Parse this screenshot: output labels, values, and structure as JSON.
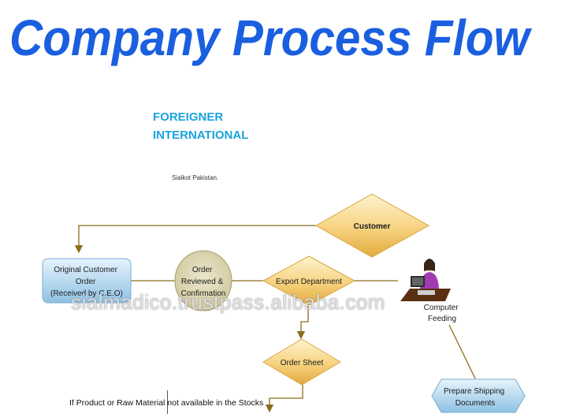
{
  "header": {
    "title": "Company Process Flow"
  },
  "company": {
    "name_line1": "FOREIGNER",
    "name_line2": "INTERNATIONAL",
    "location": "Sialkot Pakistan."
  },
  "nodes": {
    "customer": "Customer",
    "original_order_line1": "Original Customer",
    "original_order_line2": "Order",
    "original_order_line3": "(Received by C.E.O)",
    "order_reviewed_line1": "Order",
    "order_reviewed_line2": "Reviewed &",
    "order_reviewed_line3": "Confirmation",
    "export_department": "Export Department",
    "computer_feeding_line1": "Computer",
    "computer_feeding_line2": "Feeding",
    "order_sheet": "Order Sheet",
    "prepare_shipping_line1": "Prepare Shipping",
    "prepare_shipping_line2": "Documents"
  },
  "note": "If Product or Raw Material not available in the Stocks",
  "watermark": "sialmadico.trustpass.alibaba.com",
  "colors": {
    "title_blue": "#1a5fe0",
    "company_blue": "#1aa3dc",
    "diamond_light": "#fff1c4",
    "diamond_dark": "#e8b54a",
    "circle_fill": "#ddd7b5",
    "box_light": "#d9eefa",
    "box_dark": "#8fc1e3",
    "line_color": "#8a6d1c"
  }
}
